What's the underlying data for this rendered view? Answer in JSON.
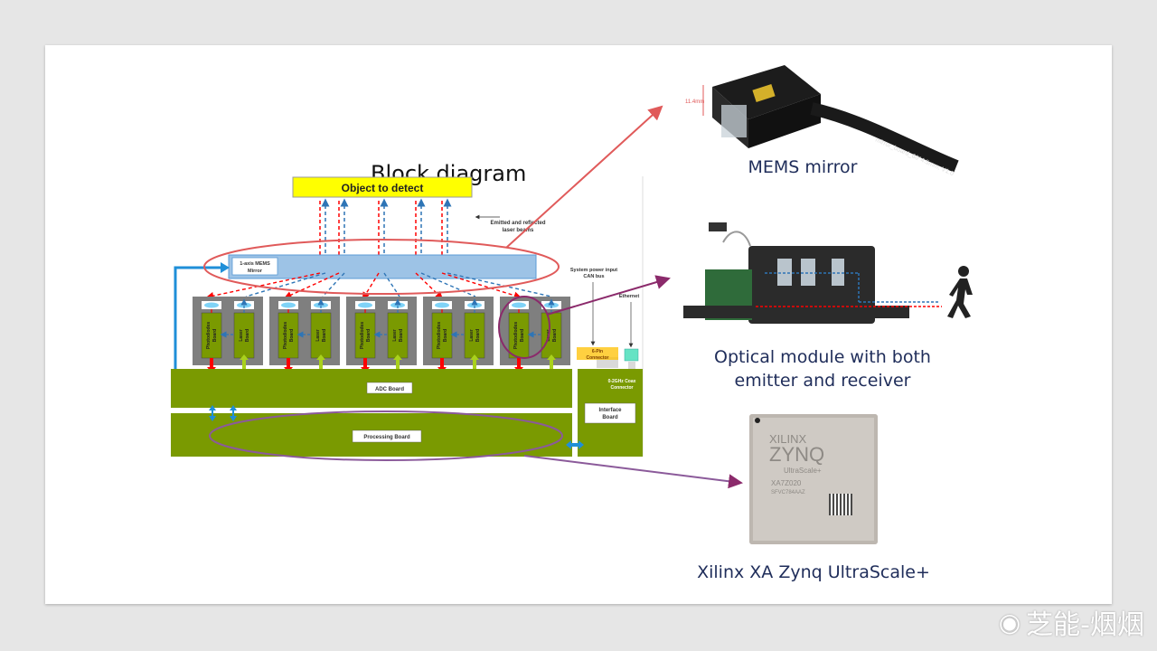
{
  "slide": {
    "title": "Block diagram",
    "captions": {
      "mems": "MEMS mirror",
      "optical_line1": "Optical module with both",
      "optical_line2": "emitter and receiver",
      "chip": "Xilinx XA Zynq UltraScale+"
    },
    "watermark": "芝能-烟烟"
  },
  "diagram": {
    "object_label": "Object to detect",
    "beam_annotation_line1": "Emitted and reflected",
    "beam_annotation_line2": "laser beams",
    "mirror_label_line1": "1-axis MEMS",
    "mirror_label_line2": "Mirror",
    "module_count": 5,
    "photodiode_label_line1": "Photodiodes",
    "photodiode_label_line2": "Board",
    "laser_label_line1": "Laser",
    "laser_label_line2": "Board",
    "adc_label": "ADC Board",
    "processing_label": "Processing Board",
    "interface_label_line1": "Interface",
    "interface_label_line2": "Board",
    "power_label_line1": "System power input",
    "power_label_line2": "CAN bus",
    "ethernet_label": "Ethernet",
    "connector_label_line1": "6-Pin",
    "connector_label_line2": "Connector",
    "coax_label_line1": "0-2GHz Coax",
    "coax_label_line2": "Connector"
  },
  "photos": {
    "mems_dimension": "11.4mm",
    "mems_flex_text": "mirror_board_60°4.5mm, V1.0",
    "chip_brand": "XILINX",
    "chip_family": "ZYNQ",
    "chip_series": "UltraScale+",
    "chip_part": "XA7Z020",
    "chip_code": "SFVC784AAZ"
  },
  "colors": {
    "board_green": "#7a9a01",
    "module_gray": "#7f7f7f",
    "mirror_blue": "#9dc3e6",
    "object_yellow": "#ffff00",
    "laser_red": "#ff0000",
    "reflect_blue": "#2e75b6",
    "callout_red": "#e05a5a",
    "callout_purple": "#8b2a6b",
    "caption_navy": "#1f2d5a"
  }
}
